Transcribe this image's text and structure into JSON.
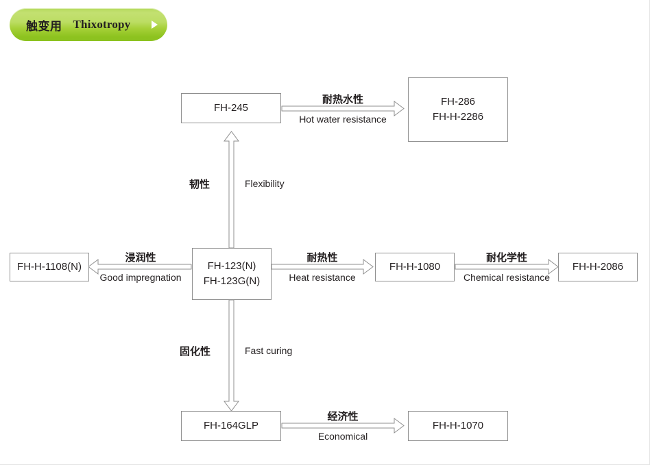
{
  "header": {
    "zh_label": "触变用",
    "en_label": "Thixotropy",
    "caret_icon": "triangle-right-icon",
    "accent_color": "#9ACD32"
  },
  "diagram": {
    "center_node": {
      "lines": [
        "FH-123(N)",
        "FH-123G(N)"
      ]
    },
    "nodes": {
      "top": {
        "lines": [
          "FH-245"
        ]
      },
      "top_right": {
        "lines": [
          "FH-286",
          "FH-H-2286"
        ]
      },
      "left": {
        "lines": [
          "FH-H-1108(N)"
        ]
      },
      "right": {
        "lines": [
          "FH-H-1080"
        ]
      },
      "far_right": {
        "lines": [
          "FH-H-2086"
        ]
      },
      "bottom": {
        "lines": [
          "FH-164GLP"
        ]
      },
      "bottom_right": {
        "lines": [
          "FH-H-1070"
        ]
      }
    },
    "edges": {
      "up": {
        "zh": "韧性",
        "en": "Flexibility",
        "direction": "up"
      },
      "top_right": {
        "zh": "耐热水性",
        "en": "Hot water resistance",
        "direction": "right"
      },
      "left": {
        "zh": "浸润性",
        "en": "Good impregnation",
        "direction": "left"
      },
      "right": {
        "zh": "耐热性",
        "en": "Heat resistance",
        "direction": "right"
      },
      "far_right": {
        "zh": "耐化学性",
        "en": "Chemical resistance",
        "direction": "right"
      },
      "down": {
        "zh": "固化性",
        "en": "Fast curing",
        "direction": "down"
      },
      "bottom_right": {
        "zh": "经济性",
        "en": "Economical",
        "direction": "right"
      }
    }
  }
}
